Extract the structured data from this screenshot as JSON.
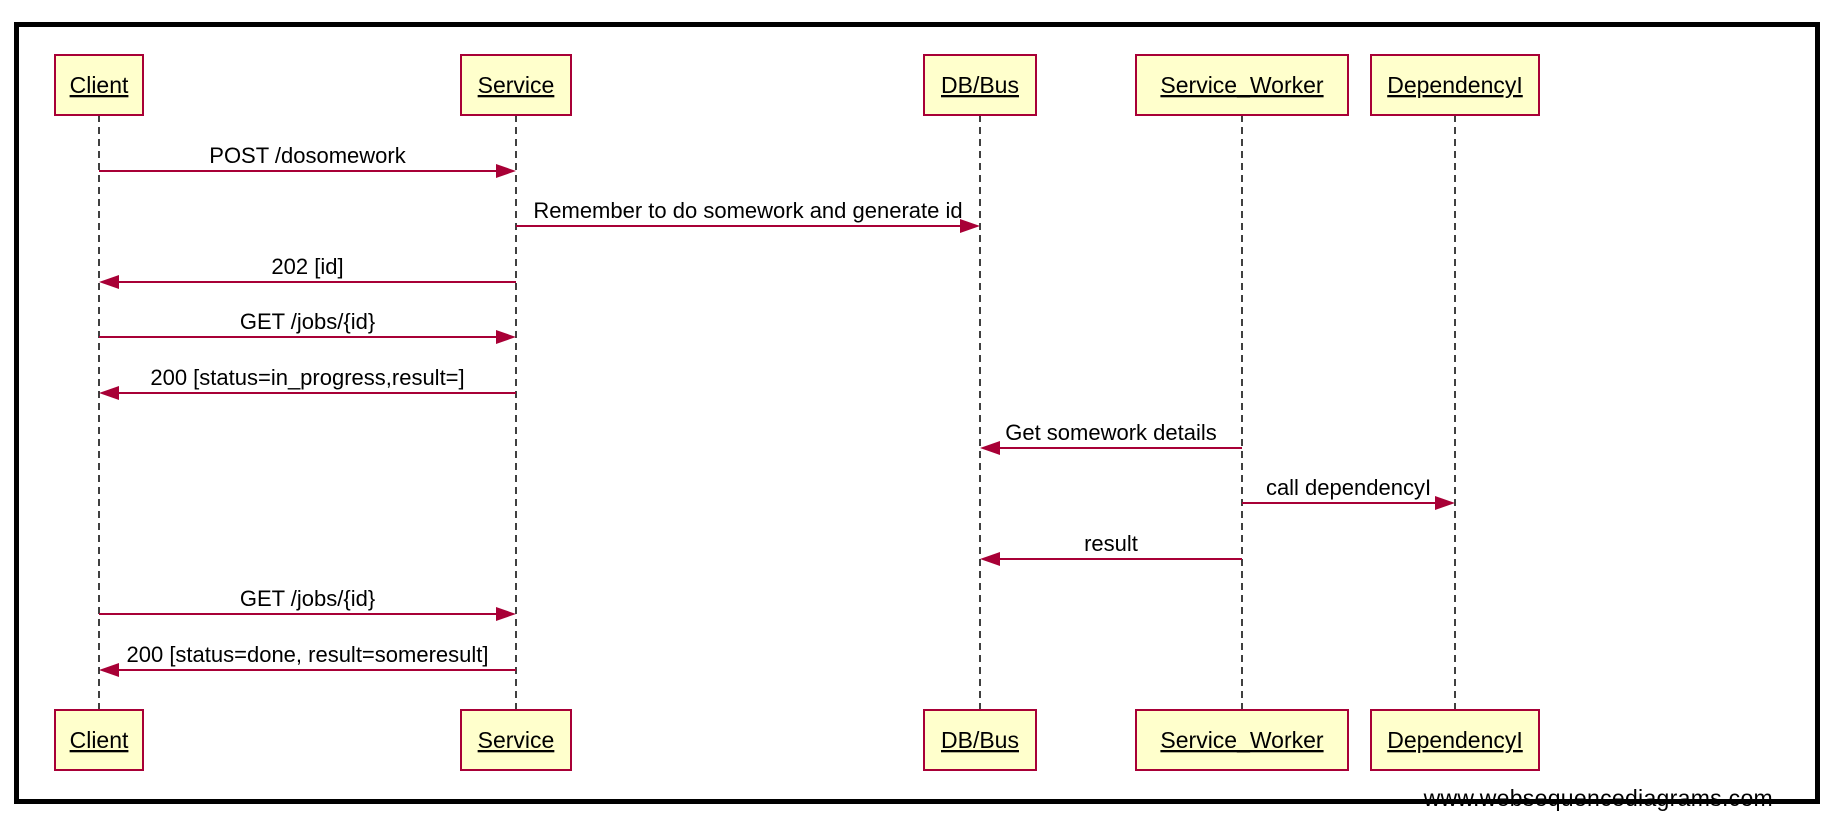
{
  "diagram": {
    "participants": [
      {
        "id": "client",
        "label": "Client"
      },
      {
        "id": "service",
        "label": "Service"
      },
      {
        "id": "dbbus",
        "label": "DB/Bus"
      },
      {
        "id": "worker",
        "label": "Service_Worker"
      },
      {
        "id": "dependency",
        "label": "DependencyI"
      }
    ],
    "messages": [
      {
        "from": "client",
        "to": "service",
        "label": "POST /dosomework"
      },
      {
        "from": "service",
        "to": "dbbus",
        "label": "Remember to do somework and generate id"
      },
      {
        "from": "service",
        "to": "client",
        "label": "202 [id]"
      },
      {
        "from": "client",
        "to": "service",
        "label": "GET /jobs/{id}"
      },
      {
        "from": "service",
        "to": "client",
        "label": "200 [status=in_progress,result=]"
      },
      {
        "from": "worker",
        "to": "dbbus",
        "label": "Get somework details"
      },
      {
        "from": "worker",
        "to": "dependency",
        "label": "call dependencyI"
      },
      {
        "from": "worker",
        "to": "dbbus",
        "label": "result"
      },
      {
        "from": "client",
        "to": "service",
        "label": "GET /jobs/{id}"
      },
      {
        "from": "service",
        "to": "client",
        "label": "200 [status=done, result=someresult]"
      }
    ],
    "colors": {
      "participant_fill": "#ffffcc",
      "participant_border": "#a80036",
      "arrow": "#a80036",
      "lifeline": "#000000",
      "frame_border": "#000000"
    }
  },
  "watermark": "www.websequencediagrams.com"
}
